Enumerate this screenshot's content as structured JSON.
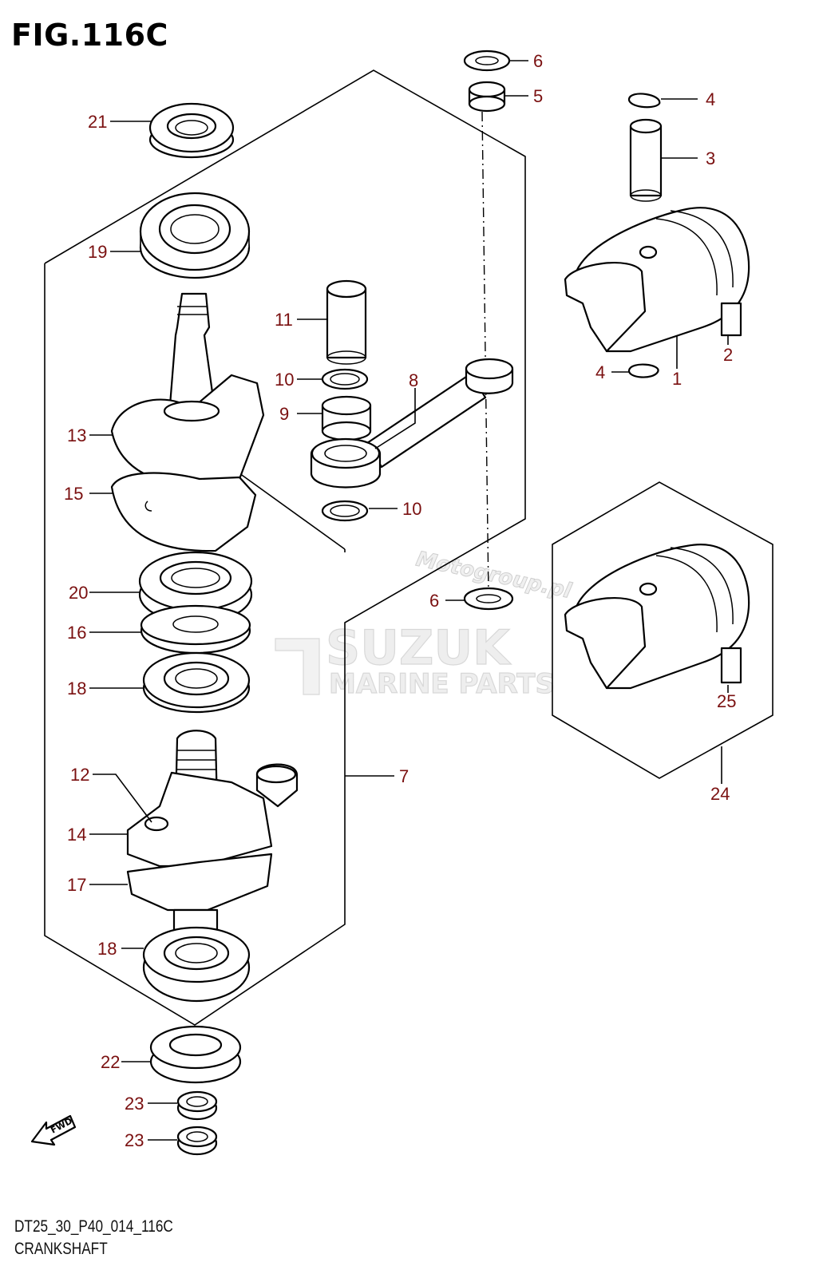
{
  "figure": {
    "title": "FIG.116C",
    "code": "DT25_30_P40_014_116C",
    "name": "CRANKSHAFT"
  },
  "watermark": {
    "brand": "SUZUK",
    "subtitle": "MARINE PARTS",
    "site": "Motogroup.pl"
  },
  "direction_marker": "FWD",
  "callouts": {
    "c1": "1",
    "c2": "2",
    "c3": "3",
    "c4a": "4",
    "c4b": "4",
    "c5": "5",
    "c6a": "6",
    "c6b": "6",
    "c7": "7",
    "c8": "8",
    "c9": "9",
    "c10a": "10",
    "c10b": "10",
    "c11": "11",
    "c12": "12",
    "c13": "13",
    "c14": "14",
    "c15": "15",
    "c16": "16",
    "c17": "17",
    "c18a": "18",
    "c18b": "18",
    "c19": "19",
    "c20": "20",
    "c21": "21",
    "c22": "22",
    "c23a": "23",
    "c23b": "23",
    "c24": "24",
    "c25": "25"
  },
  "colors": {
    "callout": "#7a1010",
    "line": "#000000",
    "watermark": "#d8d8d8"
  }
}
